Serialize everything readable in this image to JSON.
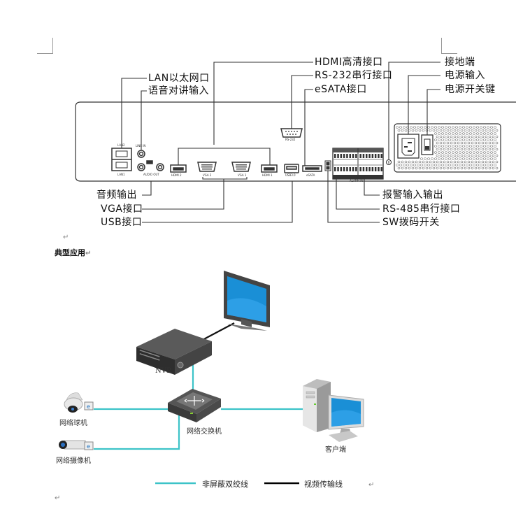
{
  "rear_panel": {
    "top_labels": {
      "lan": "LAN以太网口",
      "audio_in": "语音对讲输入",
      "hdmi": "HDMI高清接口",
      "rs232": "RS-232串行接口",
      "esata": "eSATA接口",
      "ground": "接地端",
      "power_input": "电源输入",
      "power_switch": "电源开关键"
    },
    "bottom_labels": {
      "audio_out": "音频输出",
      "vga": "VGA接口",
      "usb": "USB接口",
      "alarm": "报警输入输出",
      "rs485": "RS-485串行接口",
      "sw": "SW拨码开关"
    },
    "port_captions": {
      "lan2": "LAN2",
      "lan1": "LAN1",
      "line_in": "LINE IN",
      "audio_out": "AUDIO OUT",
      "hdmi2": "HDMI 2",
      "vga2": "VGA 2",
      "vga1": "VGA 1",
      "hdmi1": "HDMI 1",
      "usb": "USB3.0",
      "esata": "eSATA",
      "rs232": "RS-232",
      "alarm_in": "ALARM IN"
    }
  },
  "section": {
    "paragraph_mark": "↵",
    "heading": "典型应用"
  },
  "topology": {
    "nodes": {
      "nvr": "NVR",
      "switch": "网络交换机",
      "dome_camera": "网络球机",
      "box_camera": "网络摄像机",
      "client": "客户端"
    },
    "legend": [
      {
        "label": "非屏蔽双绞线",
        "color": "#3cc3c8"
      },
      {
        "label": "视频传输线",
        "color": "#000000"
      }
    ]
  },
  "colors": {
    "utp": "#3cc3c8",
    "video": "#000000",
    "screen_blue": "#1a8fd6"
  }
}
